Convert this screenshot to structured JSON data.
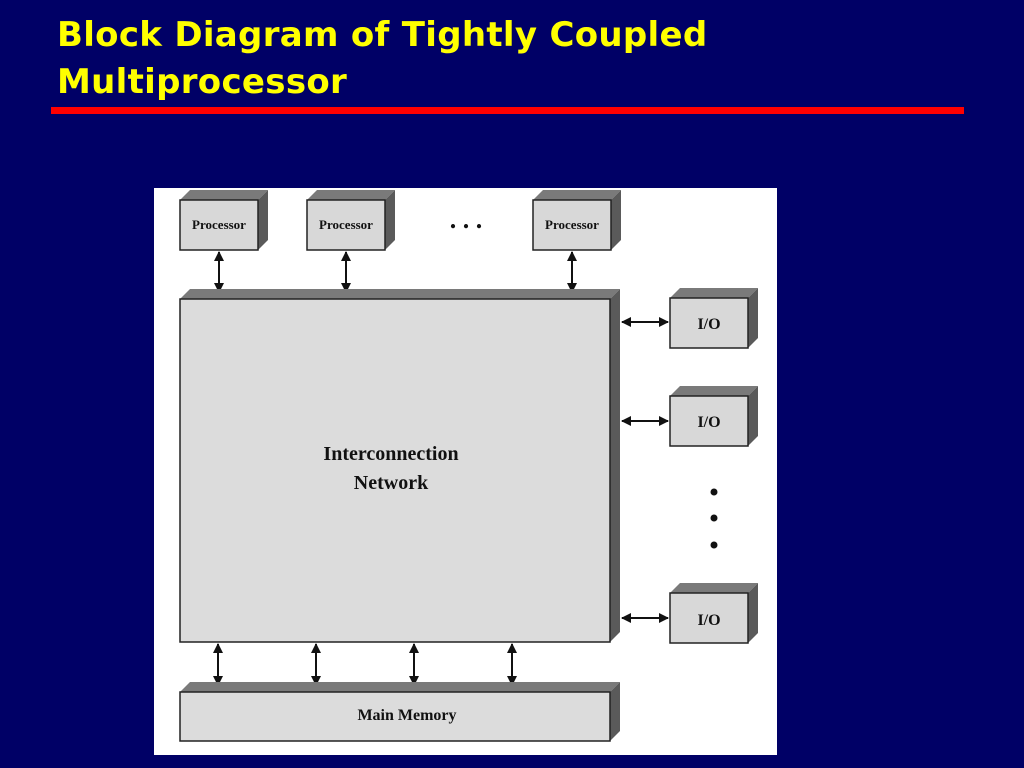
{
  "slide": {
    "title": "Block Diagram of Tightly Coupled Multiprocessor",
    "title_line1": "Block Diagram of Tightly Coupled",
    "title_line2": "Multiprocessor"
  },
  "diagram": {
    "processors": [
      "Processor",
      "Processor",
      "Processor"
    ],
    "processor_ellipsis": ". . .",
    "network_line1": "Interconnection",
    "network_line2": "Network",
    "io_units": [
      "I/O",
      "I/O",
      "I/O"
    ],
    "memory": "Main Memory"
  },
  "colors": {
    "background": "#000066",
    "title": "#ffff00",
    "rule": "#ff0000",
    "box_face": "#d8d8d8",
    "box_side": "#5a5a5a",
    "box_top": "#7a7a7a"
  }
}
